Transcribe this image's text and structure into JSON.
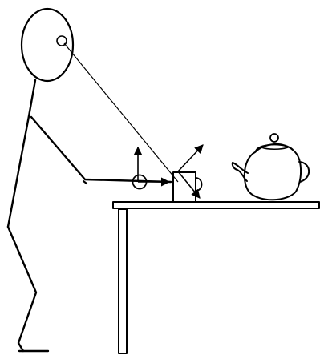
{
  "colors": {
    "ink": "#000000",
    "background": "#ffffff"
  },
  "scene": {
    "figure": "stick-figure",
    "objects": [
      "eye",
      "gaze-ray",
      "hand",
      "hand-frame",
      "mug",
      "mug-frame",
      "teapot",
      "table"
    ]
  }
}
